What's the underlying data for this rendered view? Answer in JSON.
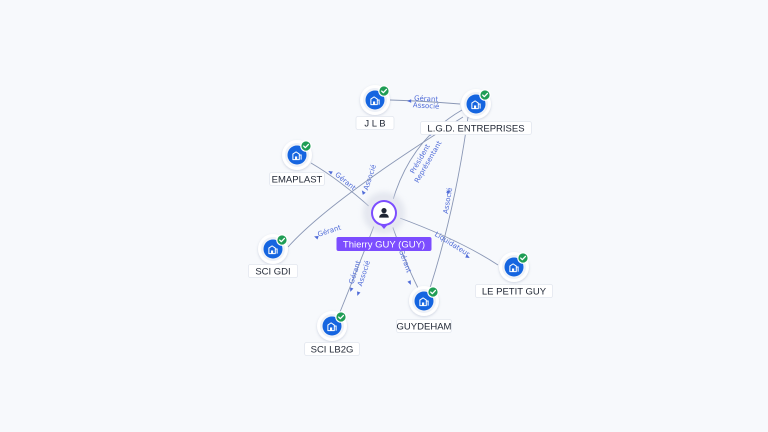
{
  "graph": {
    "center": {
      "label": "Thierry GUY (GUY)",
      "icon": "person-icon",
      "color": "#7c4dff"
    },
    "nodes": [
      {
        "id": "jlb",
        "label": "J L B",
        "icon": "building-icon",
        "verified": true
      },
      {
        "id": "lgd",
        "label": "L.G.D. ENTREPRISES",
        "icon": "building-icon",
        "verified": true
      },
      {
        "id": "emaplast",
        "label": "EMAPLAST",
        "icon": "building-icon",
        "verified": true
      },
      {
        "id": "scigdi",
        "label": "SCI GDI",
        "icon": "building-icon",
        "verified": true
      },
      {
        "id": "scilb2g",
        "label": "SCI LB2G",
        "icon": "building-icon",
        "verified": true
      },
      {
        "id": "guydeham",
        "label": "GUYDEHAM",
        "icon": "building-icon",
        "verified": true
      },
      {
        "id": "lepetitguy",
        "label": "LE PETIT GUY",
        "icon": "building-icon",
        "verified": true
      }
    ],
    "edges": [
      {
        "from": "lgd",
        "to": "jlb",
        "labels": [
          "Gérant",
          "Associé"
        ]
      },
      {
        "from": "center",
        "to": "lgd",
        "labels": [
          "Président",
          "Représentant"
        ]
      },
      {
        "from": "center",
        "to": "emaplast",
        "labels": [
          "Gérant",
          "Associé"
        ]
      },
      {
        "from": "lgd",
        "to": "scigdi",
        "labels": [
          "Gérant"
        ]
      },
      {
        "from": "center",
        "to": "scilb2g",
        "labels": [
          "Gérant",
          "Associé"
        ]
      },
      {
        "from": "center",
        "to": "guydeham",
        "labels": [
          "Gérant"
        ]
      },
      {
        "from": "lgd",
        "to": "guydeham",
        "labels": [
          "Associé"
        ]
      },
      {
        "from": "center",
        "to": "lepetitguy",
        "labels": [
          "Liquidateur"
        ]
      }
    ],
    "colors": {
      "company": "#1565e0",
      "verified": "#1f9d55",
      "edge": "#8a97b5",
      "edge_label": "#4f6bd8",
      "background": "#f7f9fc"
    }
  }
}
